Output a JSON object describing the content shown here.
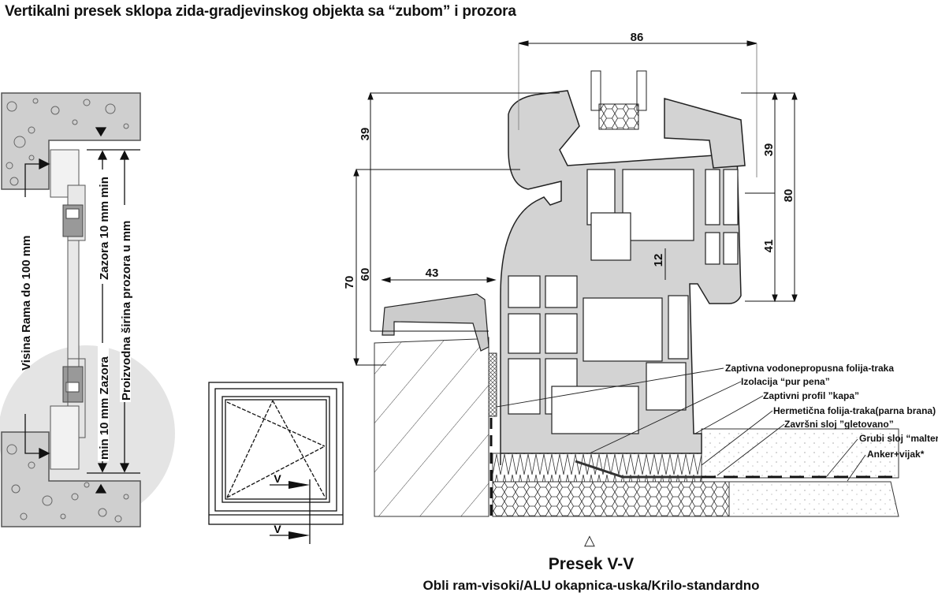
{
  "title": "Vertikalni presek sklopa zida-gradjevinskog objekta sa “zubom” i prozora",
  "left_detail": {
    "labels": {
      "frame_height": "Visina Rama do 100 mm",
      "gap_top": "Zazora 10 mm min",
      "gap_bottom": "min 10 mm Zazora",
      "production_width": "Proizvodna širina prozora u mm"
    }
  },
  "elevation": {
    "section_marker": "V"
  },
  "section": {
    "dimensions": {
      "total_width": "86",
      "top_left": "39",
      "left_60": "60",
      "left_70": "70",
      "sill_43": "43",
      "gap_12": "12",
      "right_39": "39",
      "right_41": "41",
      "right_80": "80"
    },
    "callouts": [
      "Zaptivna vodonepropusna folija-traka",
      "Izolacija “pur pena”",
      "Zaptivni profil ”kapa”",
      "Hermetična folija-traka(parna brana)",
      "Završni sloj ”gletovano”",
      "Grubi sloj “malterisano”",
      "Anker+vijak*"
    ],
    "marker": "△",
    "caption": "Presek V-V",
    "subcaption": "Obli ram-visoki/ALU okapnica-uska/Krilo-standardno"
  }
}
